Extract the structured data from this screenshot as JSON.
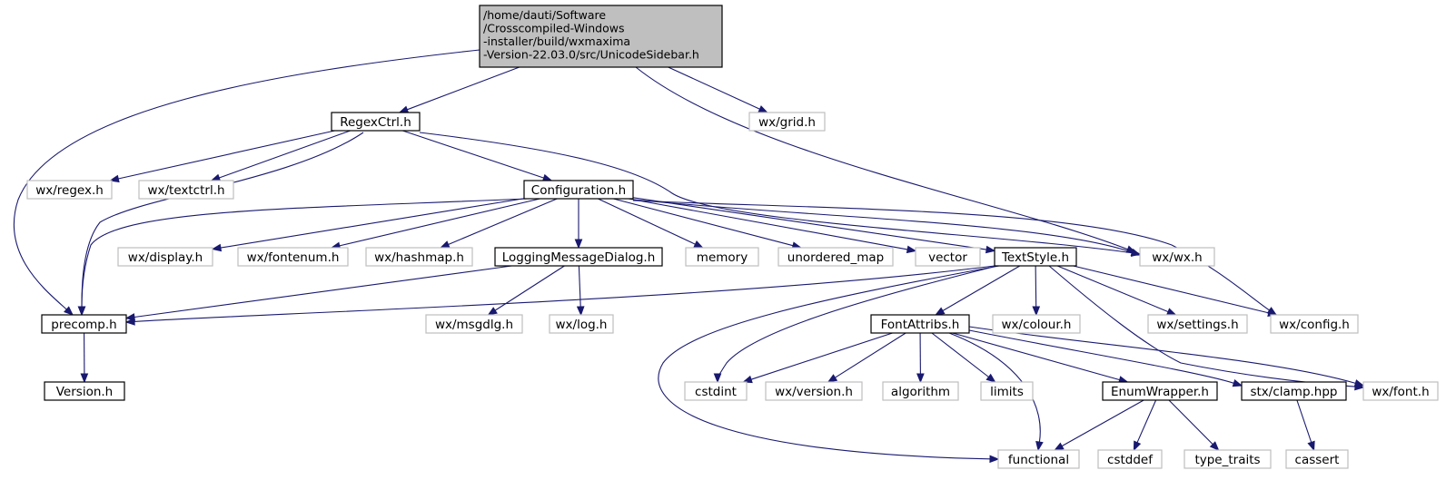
{
  "diagram": {
    "type": "include-dependency-graph",
    "colors": {
      "edge": "#191970",
      "root_fill": "#bfbfbf",
      "documented_border": "#000000",
      "external_border": "#bfbfbf"
    },
    "nodes": [
      {
        "id": "root",
        "kind": "root",
        "lines": [
          "/home/dauti/Software",
          "/Crosscompiled-Windows",
          "-installer/build/wxmaxima",
          "-Version-22.03.0/src/UnicodeSidebar.h"
        ]
      },
      {
        "id": "regexctrl",
        "kind": "documented",
        "lines": [
          "RegexCtrl.h"
        ]
      },
      {
        "id": "wxgrid",
        "kind": "external",
        "lines": [
          "wx/grid.h"
        ]
      },
      {
        "id": "wxregex",
        "kind": "external",
        "lines": [
          "wx/regex.h"
        ]
      },
      {
        "id": "wxtextctrl",
        "kind": "external",
        "lines": [
          "wx/textctrl.h"
        ]
      },
      {
        "id": "configuration",
        "kind": "documented",
        "lines": [
          "Configuration.h"
        ]
      },
      {
        "id": "wxwx",
        "kind": "external",
        "lines": [
          "wx/wx.h"
        ]
      },
      {
        "id": "wxdisplay",
        "kind": "external",
        "lines": [
          "wx/display.h"
        ]
      },
      {
        "id": "wxfontenum",
        "kind": "external",
        "lines": [
          "wx/fontenum.h"
        ]
      },
      {
        "id": "wxhashmap",
        "kind": "external",
        "lines": [
          "wx/hashmap.h"
        ]
      },
      {
        "id": "loggingmessagedialog",
        "kind": "documented",
        "lines": [
          "LoggingMessageDialog.h"
        ]
      },
      {
        "id": "memory",
        "kind": "external",
        "lines": [
          "memory"
        ]
      },
      {
        "id": "unordered_map",
        "kind": "external",
        "lines": [
          "unordered_map"
        ]
      },
      {
        "id": "vector",
        "kind": "external",
        "lines": [
          "vector"
        ]
      },
      {
        "id": "textstyle",
        "kind": "documented",
        "lines": [
          "TextStyle.h"
        ]
      },
      {
        "id": "precomp",
        "kind": "documented",
        "lines": [
          "precomp.h"
        ]
      },
      {
        "id": "wxmsgdlg",
        "kind": "external",
        "lines": [
          "wx/msgdlg.h"
        ]
      },
      {
        "id": "wxlog",
        "kind": "external",
        "lines": [
          "wx/log.h"
        ]
      },
      {
        "id": "fontattribs",
        "kind": "documented",
        "lines": [
          "FontAttribs.h"
        ]
      },
      {
        "id": "wxcolour",
        "kind": "external",
        "lines": [
          "wx/colour.h"
        ]
      },
      {
        "id": "wxsettings",
        "kind": "external",
        "lines": [
          "wx/settings.h"
        ]
      },
      {
        "id": "wxconfig",
        "kind": "external",
        "lines": [
          "wx/config.h"
        ]
      },
      {
        "id": "version",
        "kind": "documented",
        "lines": [
          "Version.h"
        ]
      },
      {
        "id": "cstdint",
        "kind": "external",
        "lines": [
          "cstdint"
        ]
      },
      {
        "id": "wxversion",
        "kind": "external",
        "lines": [
          "wx/version.h"
        ]
      },
      {
        "id": "algorithm",
        "kind": "external",
        "lines": [
          "algorithm"
        ]
      },
      {
        "id": "limits",
        "kind": "external",
        "lines": [
          "limits"
        ]
      },
      {
        "id": "enumwrapper",
        "kind": "documented",
        "lines": [
          "EnumWrapper.h"
        ]
      },
      {
        "id": "stxclamp",
        "kind": "documented",
        "lines": [
          "stx/clamp.hpp"
        ]
      },
      {
        "id": "wxfont",
        "kind": "external",
        "lines": [
          "wx/font.h"
        ]
      },
      {
        "id": "functional",
        "kind": "external",
        "lines": [
          "functional"
        ]
      },
      {
        "id": "cstddef",
        "kind": "external",
        "lines": [
          "cstddef"
        ]
      },
      {
        "id": "type_traits",
        "kind": "external",
        "lines": [
          "type_traits"
        ]
      },
      {
        "id": "cassert",
        "kind": "external",
        "lines": [
          "cassert"
        ]
      }
    ],
    "edges": [
      [
        "root",
        "regexctrl"
      ],
      [
        "root",
        "wxgrid"
      ],
      [
        "root",
        "wxwx"
      ],
      [
        "root",
        "precomp"
      ],
      [
        "regexctrl",
        "wxregex"
      ],
      [
        "regexctrl",
        "wxtextctrl"
      ],
      [
        "regexctrl",
        "configuration"
      ],
      [
        "regexctrl",
        "wxwx"
      ],
      [
        "regexctrl",
        "precomp"
      ],
      [
        "configuration",
        "precomp"
      ],
      [
        "configuration",
        "wxdisplay"
      ],
      [
        "configuration",
        "wxfontenum"
      ],
      [
        "configuration",
        "wxhashmap"
      ],
      [
        "configuration",
        "loggingmessagedialog"
      ],
      [
        "configuration",
        "memory"
      ],
      [
        "configuration",
        "unordered_map"
      ],
      [
        "configuration",
        "vector"
      ],
      [
        "configuration",
        "textstyle"
      ],
      [
        "configuration",
        "wxwx"
      ],
      [
        "configuration",
        "wxconfig"
      ],
      [
        "loggingmessagedialog",
        "precomp"
      ],
      [
        "loggingmessagedialog",
        "wxmsgdlg"
      ],
      [
        "loggingmessagedialog",
        "wxlog"
      ],
      [
        "textstyle",
        "precomp"
      ],
      [
        "textstyle",
        "fontattribs"
      ],
      [
        "textstyle",
        "wxcolour"
      ],
      [
        "textstyle",
        "wxsettings"
      ],
      [
        "textstyle",
        "wxconfig"
      ],
      [
        "textstyle",
        "cstdint"
      ],
      [
        "textstyle",
        "functional"
      ],
      [
        "textstyle",
        "wxfont"
      ],
      [
        "precomp",
        "version"
      ],
      [
        "fontattribs",
        "cstdint"
      ],
      [
        "fontattribs",
        "wxversion"
      ],
      [
        "fontattribs",
        "algorithm"
      ],
      [
        "fontattribs",
        "limits"
      ],
      [
        "fontattribs",
        "enumwrapper"
      ],
      [
        "fontattribs",
        "stxclamp"
      ],
      [
        "fontattribs",
        "wxfont"
      ],
      [
        "fontattribs",
        "functional"
      ],
      [
        "enumwrapper",
        "functional"
      ],
      [
        "enumwrapper",
        "cstddef"
      ],
      [
        "enumwrapper",
        "type_traits"
      ],
      [
        "stxclamp",
        "cassert"
      ]
    ]
  }
}
